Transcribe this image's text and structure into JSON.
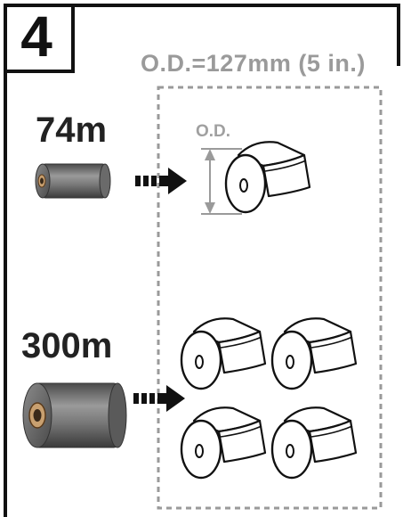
{
  "step": {
    "number": "4"
  },
  "outer_diameter": {
    "title": "O.D.=127mm (5 in.)",
    "label": "O.D."
  },
  "ribbons": [
    {
      "length": "74m",
      "label_rolls": 1
    },
    {
      "length": "300m",
      "label_rolls": 4
    }
  ],
  "colors": {
    "frame": "#111111",
    "dashed_box": "#9a9a9a",
    "od_text": "#9a9a9a",
    "arrow": "#111111"
  },
  "icons": [
    "ribbon-roll-icon",
    "label-roll-icon",
    "dotted-arrow-icon",
    "dimension-arrow-icon"
  ]
}
